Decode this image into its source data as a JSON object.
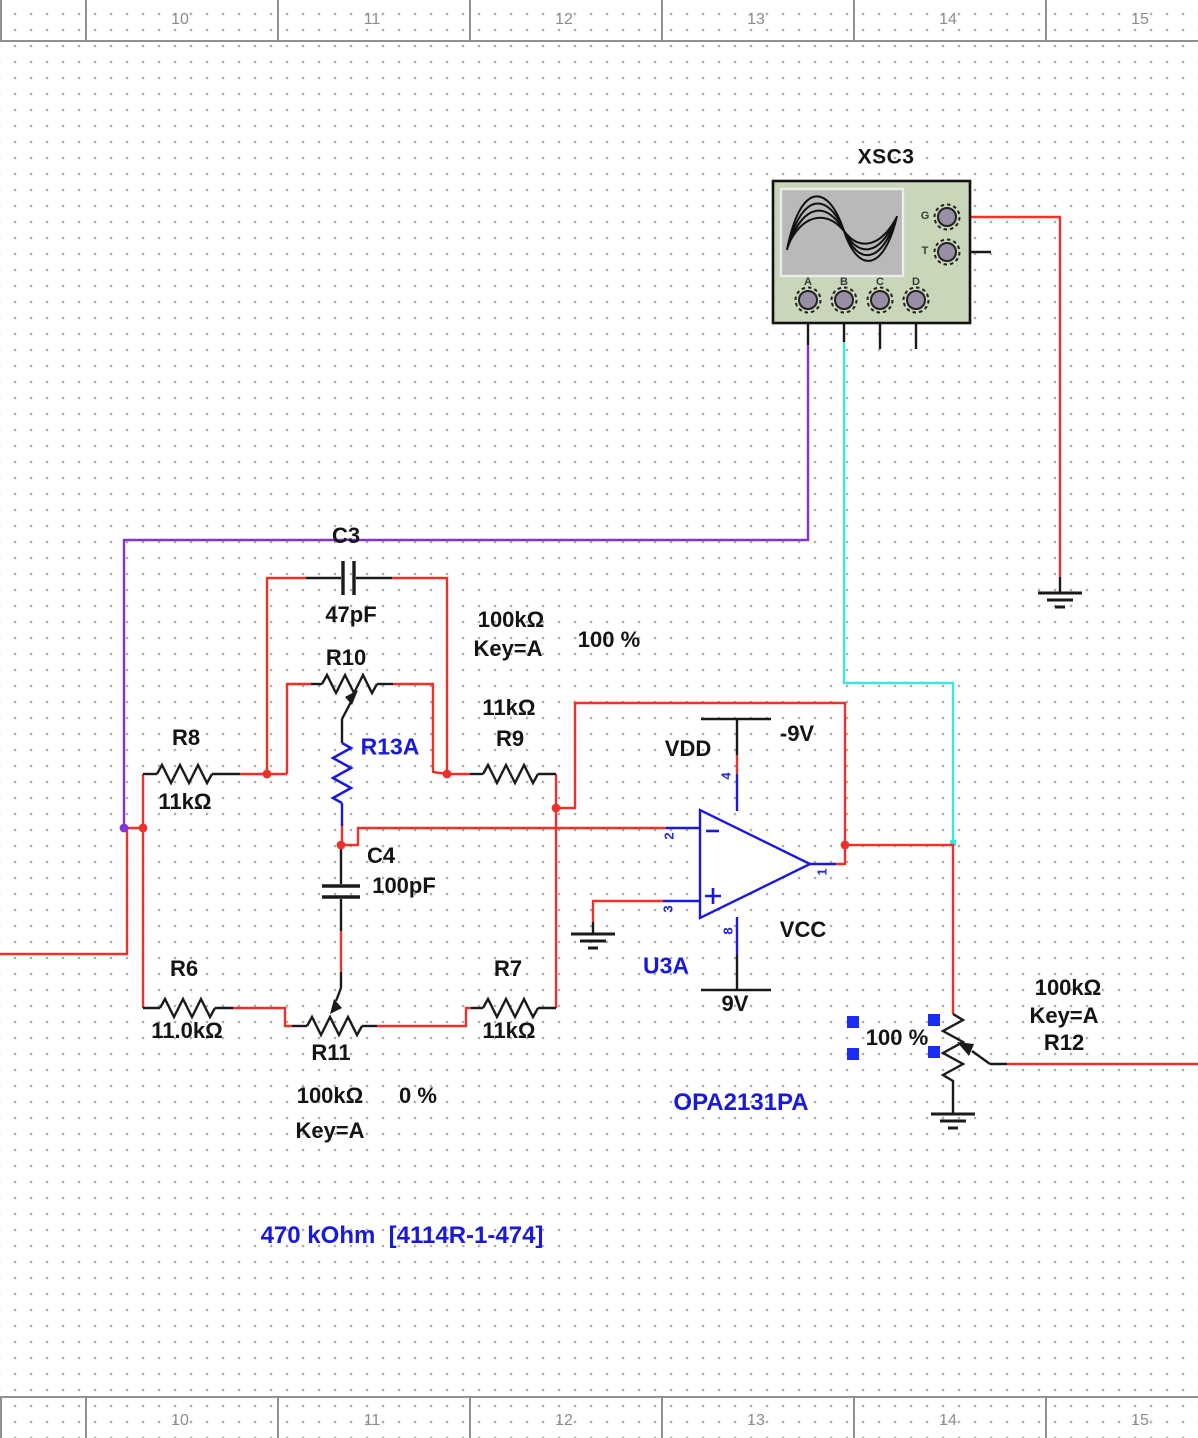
{
  "ruler": {
    "sections": [
      "10",
      "11",
      "12",
      "13",
      "14",
      "15"
    ]
  },
  "oscilloscope": {
    "ref": "XSC3",
    "terminal_g": "G",
    "terminal_t": "T",
    "terminal_a": "A",
    "terminal_b": "B",
    "terminal_c": "C",
    "terminal_d": "D"
  },
  "components": {
    "c3": {
      "ref": "C3",
      "value": "47pF"
    },
    "r8": {
      "ref": "R8",
      "value": "11kΩ"
    },
    "r10": {
      "ref": "R10",
      "value": "100kΩ",
      "key": "Key=A",
      "percent": "100 %"
    },
    "r13a": {
      "ref": "R13A"
    },
    "r9": {
      "ref": "R9",
      "value": "11kΩ"
    },
    "c4": {
      "ref": "C4",
      "value": "100pF"
    },
    "r6": {
      "ref": "R6",
      "value": "11.0kΩ"
    },
    "r11": {
      "ref": "R11",
      "value": "100kΩ",
      "key": "Key=A",
      "percent": "0 %"
    },
    "r7": {
      "ref": "R7",
      "value": "11kΩ"
    },
    "r12": {
      "ref": "R12",
      "value": "100kΩ",
      "key": "Key=A",
      "percent": "100 %"
    },
    "opamp": {
      "ref": "U3A",
      "part": "OPA2131PA",
      "pin_inverting": "2",
      "pin_noninverting": "3",
      "pin_output": "1",
      "pin_vminus": "4",
      "pin_vplus": "8",
      "rail_top_label": "VDD",
      "rail_top_voltage": "-9V",
      "rail_bottom_label": "VCC",
      "rail_bottom_voltage": "9V"
    }
  },
  "annotation": {
    "note": "470 kOhm  [4114R-1-474]"
  },
  "colors": {
    "wire_red": "#ed3029",
    "wire_purple": "#8232d7",
    "wire_cyan": "#3ce6e6",
    "component_blue": "#1919dc",
    "selection_blue": "#1b2df0",
    "scope_body": "#c9d6ba",
    "scope_screen": "#b9b9b9",
    "grid_dot": "#b0b0b0"
  }
}
